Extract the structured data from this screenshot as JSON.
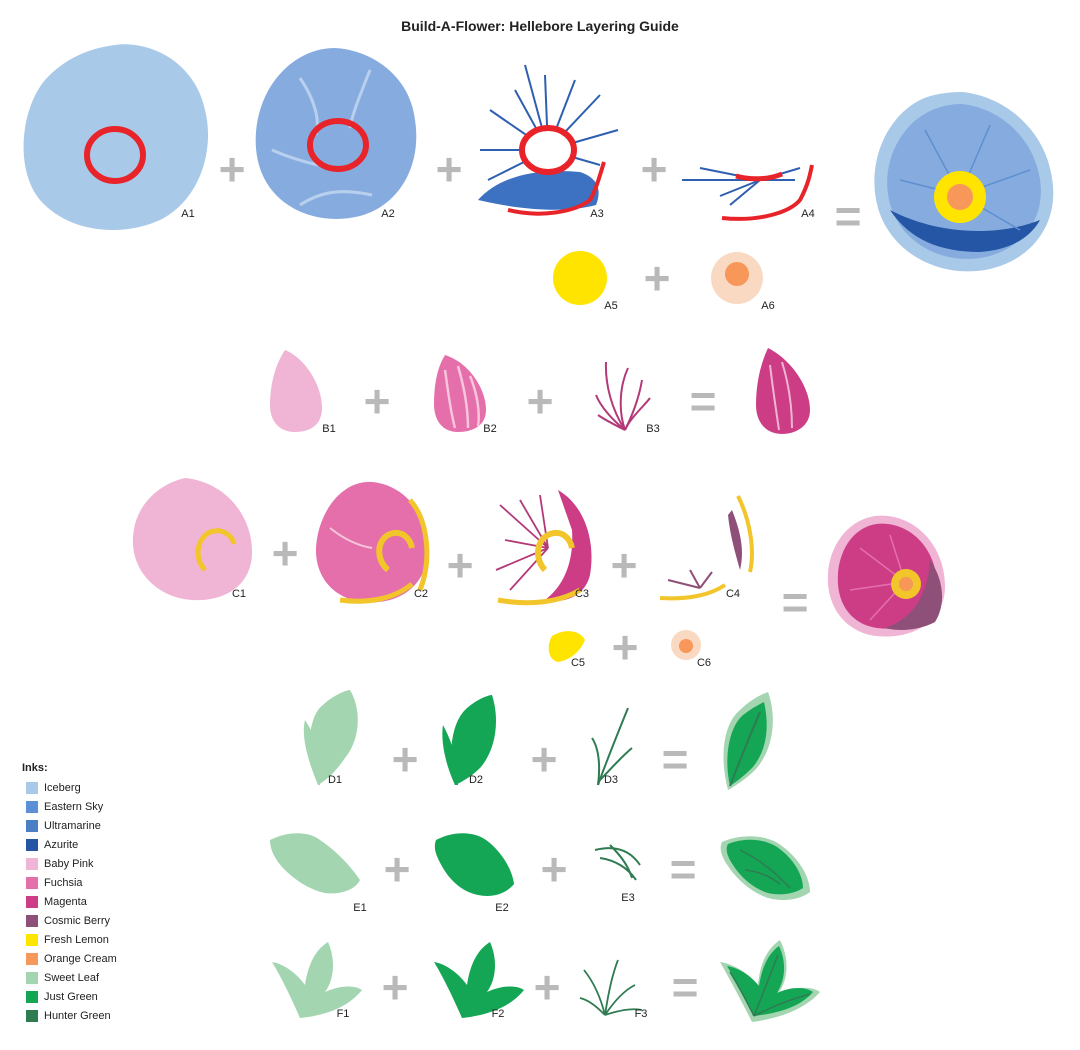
{
  "title": "Build-A-Flower: Hellebore Layering Guide",
  "operators": {
    "plus": "+",
    "equals": "="
  },
  "labels": {
    "A1": "A1",
    "A2": "A2",
    "A3": "A3",
    "A4": "A4",
    "A5": "A5",
    "A6": "A6",
    "B1": "B1",
    "B2": "B2",
    "B3": "B3",
    "C1": "C1",
    "C2": "C2",
    "C3": "C3",
    "C4": "C4",
    "C5": "C5",
    "C6": "C6",
    "D1": "D1",
    "D2": "D2",
    "D3": "D3",
    "E1": "E1",
    "E2": "E2",
    "E3": "E3",
    "F1": "F1",
    "F2": "F2",
    "F3": "F3"
  },
  "legend": {
    "title": "Inks:",
    "items": [
      {
        "name": "Iceberg",
        "color": "#a9c9e8"
      },
      {
        "name": "Eastern Sky",
        "color": "#5b8fd6"
      },
      {
        "name": "Ultramarine",
        "color": "#4a7fc6"
      },
      {
        "name": "Azurite",
        "color": "#2556a6"
      },
      {
        "name": "Baby Pink",
        "color": "#f0b4d4"
      },
      {
        "name": "Fuchsia",
        "color": "#e46fab"
      },
      {
        "name": "Magenta",
        "color": "#cc3d86"
      },
      {
        "name": "Cosmic Berry",
        "color": "#8e4f78"
      },
      {
        "name": "Fresh Lemon",
        "color": "#ffe400"
      },
      {
        "name": "Orange Cream",
        "color": "#f7975a"
      },
      {
        "name": "Sweet Leaf",
        "color": "#a3d5b0"
      },
      {
        "name": "Just Green",
        "color": "#14a655"
      },
      {
        "name": "Hunter Green",
        "color": "#2f7b52"
      }
    ]
  },
  "colors": {
    "red_outline": "#e8242a",
    "operator": "#b9b9b9"
  }
}
